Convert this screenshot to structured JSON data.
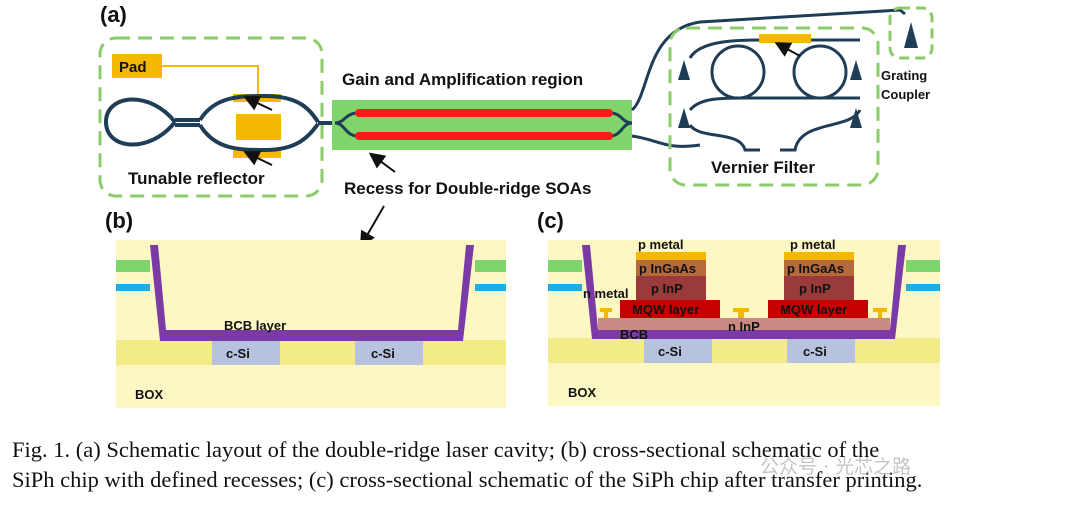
{
  "panels": {
    "a": {
      "tag": "(a)",
      "pad": "Pad",
      "tunable_reflector": "Tunable reflector",
      "gain_region": "Gain and Amplification region",
      "recess": "Recess for Double-ridge SOAs",
      "vernier_filter": "Vernier Filter",
      "grating_coupler_line1": "Grating",
      "grating_coupler_line2": "Coupler"
    },
    "b": {
      "tag": "(b)",
      "bcb_layer": "BCB layer",
      "csi_left": "c-Si",
      "csi_right": "c-Si",
      "box": "BOX"
    },
    "c": {
      "tag": "(c)",
      "p_metal_left": "p metal",
      "p_metal_right": "p metal",
      "p_ingaas_left": "p InGaAs",
      "p_ingaas_right": "p InGaAs",
      "p_inp_left": "p InP",
      "p_inp_right": "p InP",
      "n_metal": "n metal",
      "mqw_left": "MQW layer",
      "mqw_right": "MQW layer",
      "n_inp": "n InP",
      "bcb": "BCB",
      "csi_left": "c-Si",
      "csi_right": "c-Si",
      "box": "BOX"
    }
  },
  "caption": {
    "line1": "Fig. 1. (a) Schematic layout of the double-ridge laser cavity; (b) cross-sectional schematic of the",
    "line2": "SiPh chip with defined recesses; (c) cross-sectional schematic of the SiPh chip after transfer printing."
  },
  "watermark": "公众号 · 光芯之路",
  "colors": {
    "waveguide": "#1f3d57",
    "pad": "#f5b800",
    "dash": "#8ccb6a",
    "gain_bg": "#7fd46b",
    "ridge": "#ff1a1a",
    "box_fill": "#fdf7c4",
    "silicon_strip": "#f3ea88",
    "csi": "#b7c3de",
    "bcb": "#7b3aa6",
    "green_strip": "#7fd46b",
    "blue_strip": "#1ab0e6",
    "n_inp": "#c98a83",
    "mqw": "#c40000",
    "p_inp": "#9a3a3a",
    "p_ingaas": "#b46a3a",
    "metal": "#f5b800"
  }
}
